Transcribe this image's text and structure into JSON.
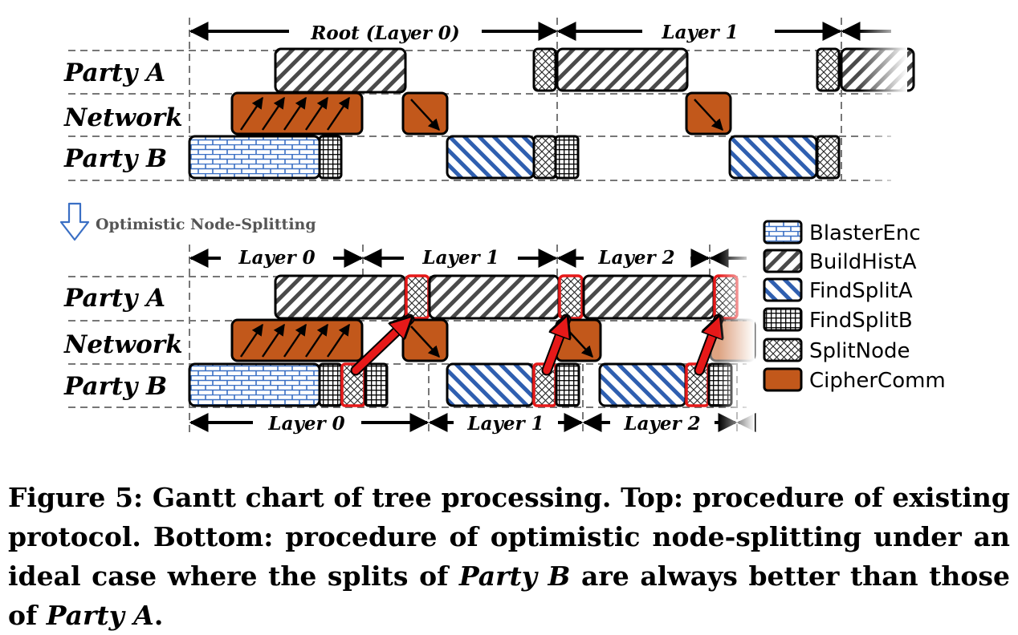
{
  "lanes": [
    "Party A",
    "Network",
    "Party B"
  ],
  "top": {
    "layer_labels": [
      "Root (Layer 0)",
      "Layer 1"
    ]
  },
  "divider": {
    "label": "Optimistic Node-Splitting"
  },
  "bottom": {
    "top_layer_labels": [
      "Layer 0",
      "Layer 1",
      "Layer 2"
    ],
    "bottom_layer_labels": [
      "Layer 0",
      "Layer 1",
      "Layer 2"
    ]
  },
  "legend": [
    {
      "label": "BlasterEnc",
      "pattern": "brick"
    },
    {
      "label": "BuildHistA",
      "pattern": "hatch-gray"
    },
    {
      "label": "FindSplitA",
      "pattern": "hatch-blue"
    },
    {
      "label": "FindSplitB",
      "pattern": "grid"
    },
    {
      "label": "SplitNode",
      "pattern": "crosshatch"
    },
    {
      "label": "CipherComm",
      "pattern": "solid-orange"
    }
  ],
  "colors": {
    "cipher": "#c2581b",
    "blue": "#2f5fb0",
    "highlight": "#e61919"
  },
  "caption": {
    "prefix": "Figure 5: Gantt chart of tree processing. Top: procedure of existing protocol. Bottom: procedure of optimistic node-splitting under an ideal case where the splits of ",
    "em1": "Party B",
    "middle": " are always better than those of ",
    "em2": "Party A",
    "suffix": "."
  }
}
